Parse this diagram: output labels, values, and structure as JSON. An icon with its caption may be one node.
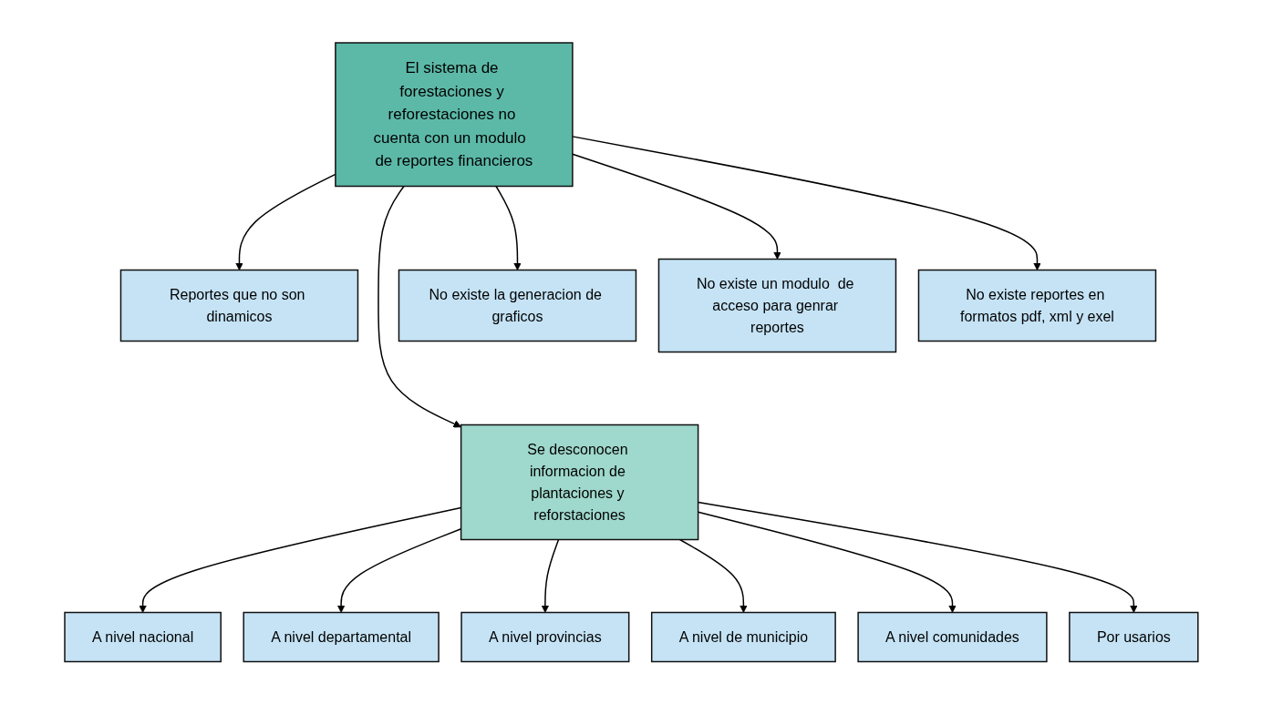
{
  "diagram": {
    "nodes": [
      {
        "text": [
          "Reportes que no son dinamicos"
        ]
      },
      {
        "text": [
          "No existe la generacion de graficos"
        ]
      },
      {
        "text": [
          "No existe reportes en formatos pdf, xml y exel"
        ]
      },
      {
        "text": [
          "No existe un modulo  de acceso para genrar reportes"
        ]
      },
      {
        "text": [
          "El sistema de forestaciones y reforestaciones no cuenta con un modulo  de reportes financieros"
        ]
      },
      {
        "text": [
          "Se desconocen informacion de plantaciones y reforstaciones"
        ]
      },
      {
        "text": [
          "A nivel nacional"
        ]
      },
      {
        "text": [
          "A nivel departamental"
        ]
      },
      {
        "text": [
          "A nivel provincias"
        ]
      },
      {
        "text": [
          "A nivel de municipio"
        ]
      },
      {
        "text": [
          "A nivel comunidades"
        ]
      },
      {
        "text": [
          "Por usarios"
        ]
      }
    ],
    "edges": [
      {
        "from": 4,
        "to": 0,
        "arrow": "to"
      },
      {
        "from": 4,
        "to": 1,
        "arrow": "to"
      },
      {
        "from": 4,
        "to": 2,
        "arrow": "to"
      },
      {
        "from": 4,
        "to": 3,
        "arrow": "to"
      },
      {
        "from": 4,
        "to": 5,
        "arrow": "to"
      },
      {
        "from": 5,
        "to": 6,
        "arrow": "to"
      },
      {
        "from": 5,
        "to": 7,
        "arrow": "to"
      },
      {
        "from": 5,
        "to": 8,
        "arrow": "to"
      },
      {
        "from": 5,
        "to": 9,
        "arrow": "to"
      },
      {
        "from": 5,
        "to": 10,
        "arrow": "to"
      },
      {
        "from": 5,
        "to": 11,
        "arrow": "to"
      }
    ]
  }
}
